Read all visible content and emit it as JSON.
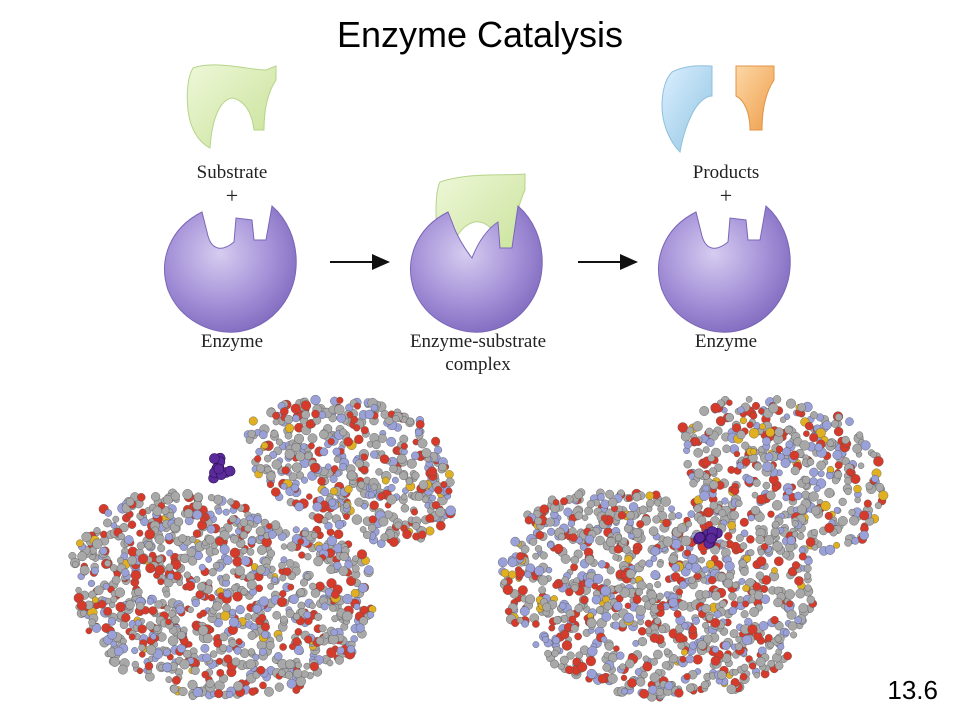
{
  "title": "Enzyme Catalysis",
  "labels": {
    "substrate": "Substrate",
    "plus": "+",
    "enzyme_left": "Enzyme",
    "complex_line1": "Enzyme-substrate",
    "complex_line2": "complex",
    "products": "Products",
    "enzyme_right": "Enzyme"
  },
  "slide_number": "13.6",
  "colors": {
    "enzyme": "#9b88cf",
    "substrate": "#d8ecb0",
    "product_a": "#b3d8ec",
    "product_b": "#f4b46c",
    "atom_gray": "#a8a8a8",
    "atom_red": "#d63a2a",
    "atom_blue": "#9aa0d8",
    "atom_yellow": "#e0b020",
    "ligand": "#5a2a9a"
  }
}
